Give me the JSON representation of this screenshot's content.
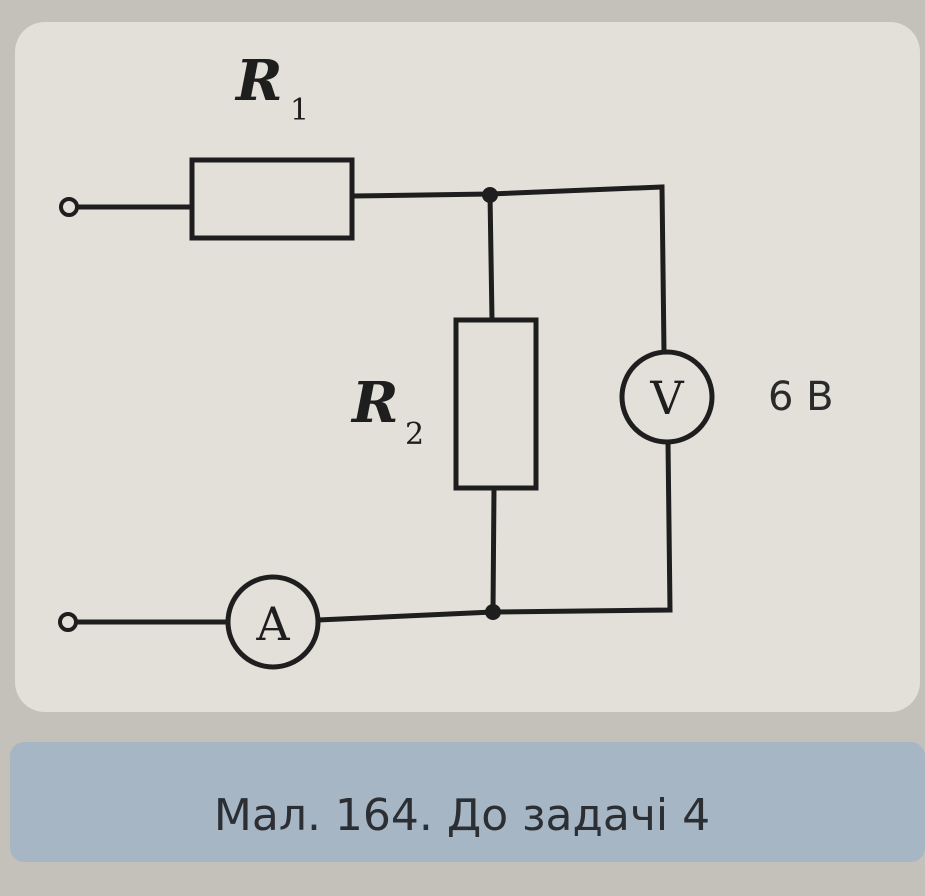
{
  "diagram": {
    "r1_label": "R",
    "r1_sub": "1",
    "r2_label": "R",
    "r2_sub": "2",
    "voltmeter_symbol": "V",
    "ammeter_symbol": "A",
    "voltmeter_reading": "6 В"
  },
  "caption": {
    "text": "Мал. 164. До задачі 4"
  },
  "colors": {
    "panel": "#e3e0d9",
    "caption_band": "#a7b6c4",
    "line": "#1e1e1e"
  }
}
